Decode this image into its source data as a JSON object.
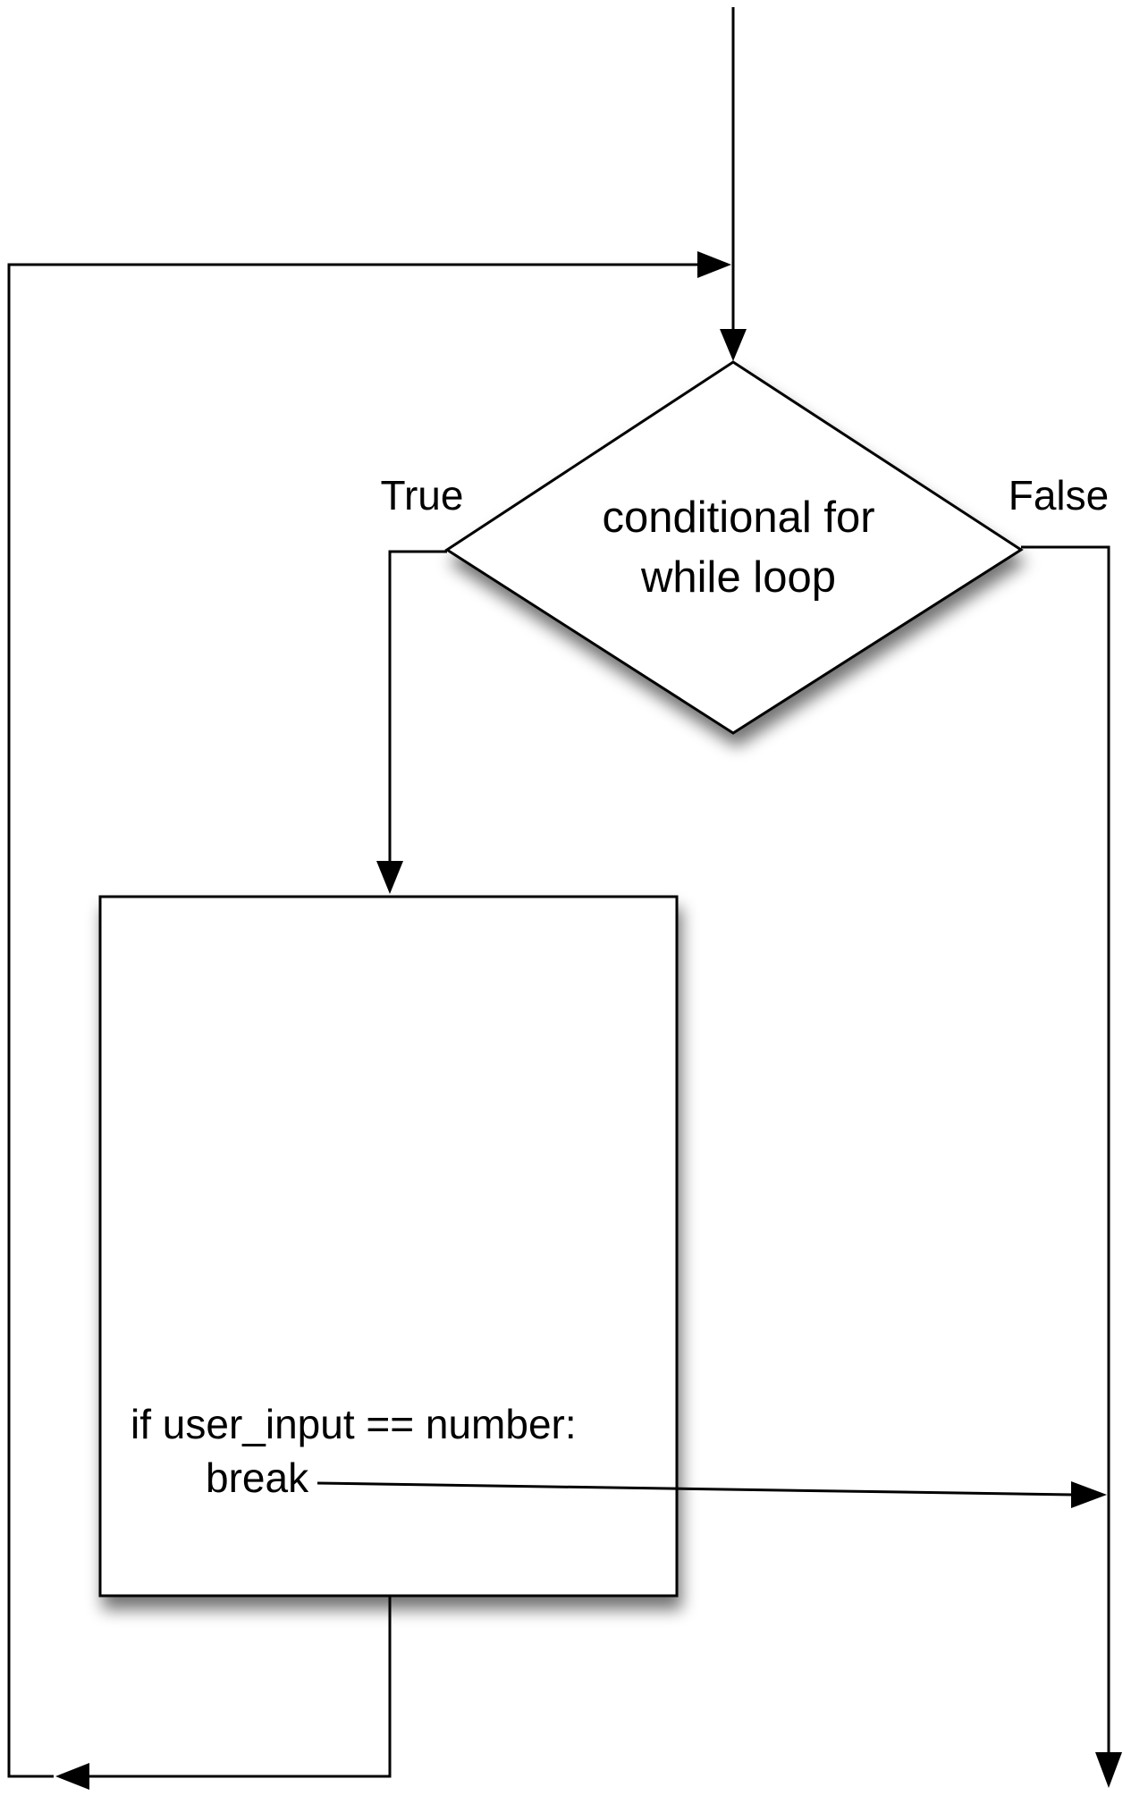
{
  "diagram": {
    "decision": {
      "line1": "conditional for",
      "line2": "while loop"
    },
    "branches": {
      "true_label": "True",
      "false_label": "False"
    },
    "body_block": {
      "code_line1": "if user_input == number:",
      "code_line2": "break"
    },
    "colors": {
      "stroke": "#000000",
      "fill": "#ffffff"
    }
  }
}
